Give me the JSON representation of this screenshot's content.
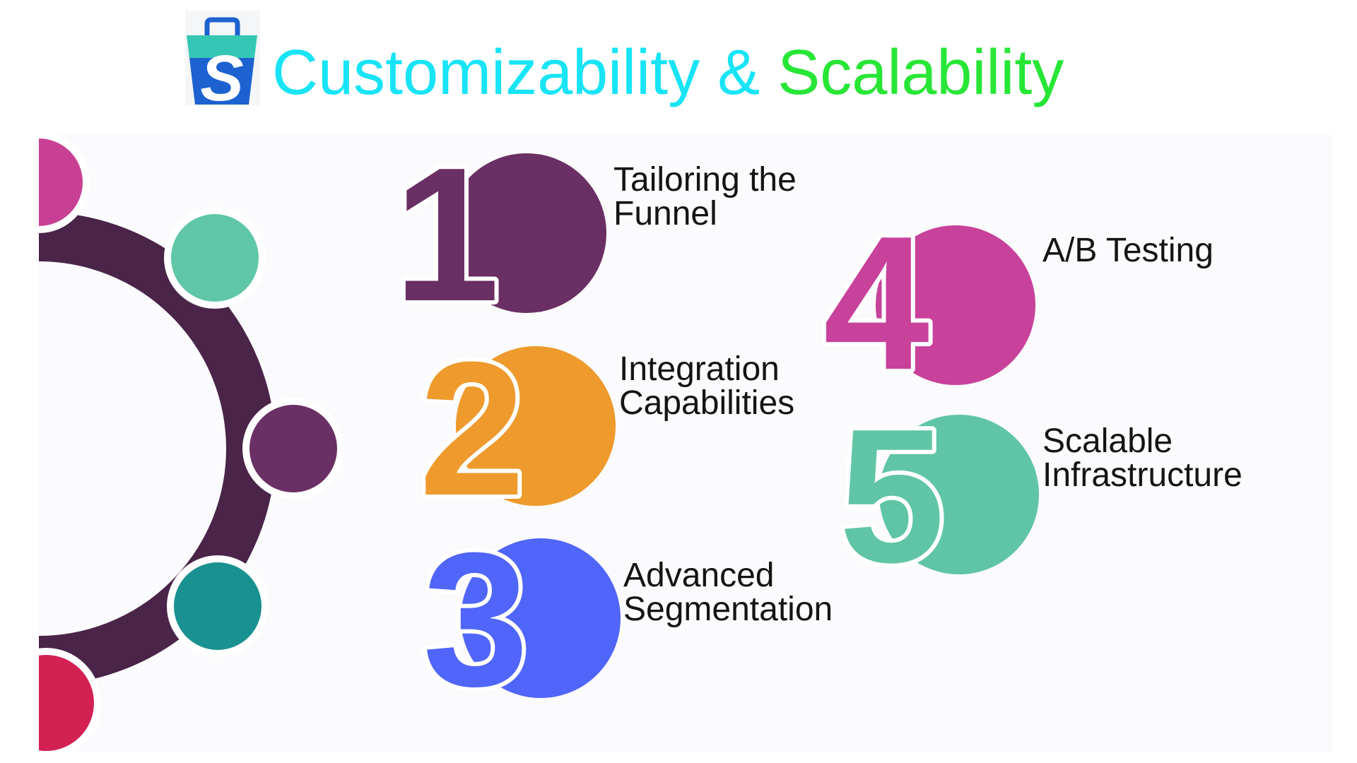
{
  "header": {
    "title_part1": "Customizability &",
    "title_part2": "Scalability",
    "title_part1_color": "#18e4f6",
    "title_part2_color": "#27e635",
    "logo_icon": "shopping-bag-s-logo-icon",
    "logo_colors": {
      "top": "#35c7b5",
      "bottom": "#1d62d0"
    }
  },
  "ring": {
    "ring_color": "#4a2449",
    "node_colors": [
      "#c84094",
      "#5fc7a8",
      "#6a2f65",
      "#1a9191",
      "#d32154"
    ]
  },
  "steps": [
    {
      "number": "1",
      "label_line1": "Tailoring the",
      "label_line2": "Funnel",
      "color": "#6a2f65"
    },
    {
      "number": "2",
      "label_line1": "Integration",
      "label_line2": "Capabilities",
      "color": "#ee9a2c"
    },
    {
      "number": "3",
      "label_line1": "Advanced",
      "label_line2": "Segmentation",
      "color": "#5065f9"
    },
    {
      "number": "4",
      "label_line1": "A/B Testing",
      "label_line2": "",
      "color": "#c8419b"
    },
    {
      "number": "5",
      "label_line1": "Scalable",
      "label_line2": "Infrastructure",
      "color": "#5fc5a6"
    }
  ]
}
